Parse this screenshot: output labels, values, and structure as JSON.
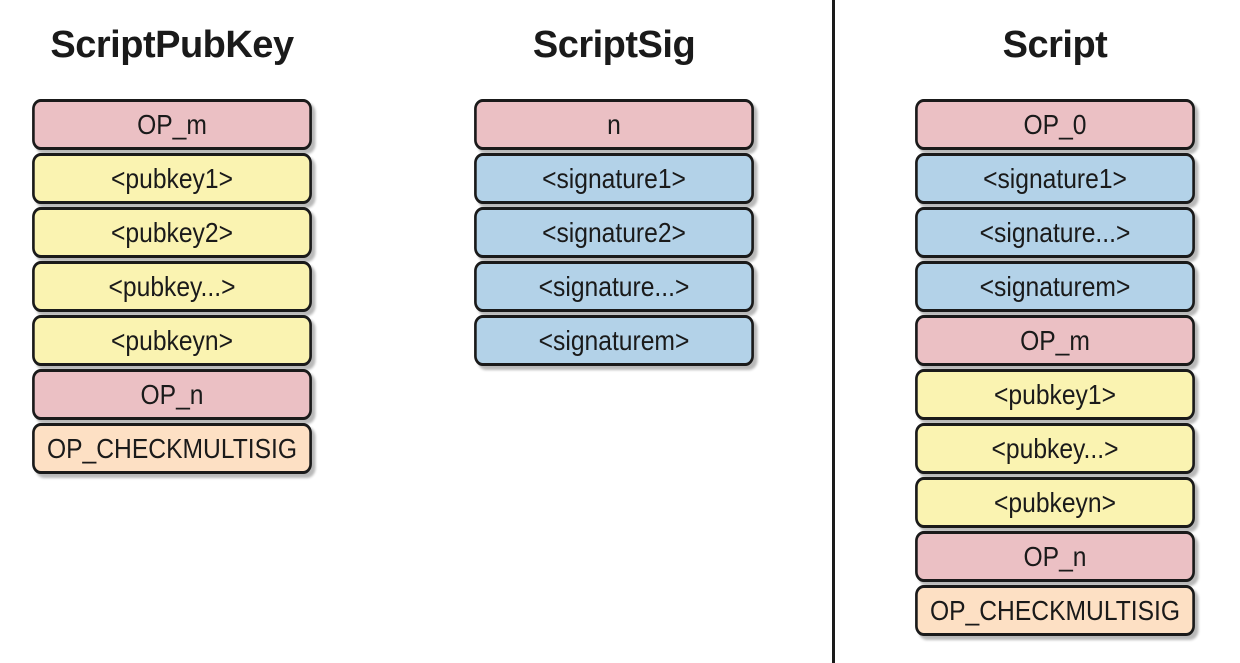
{
  "colors": {
    "opcode": "#ebc0c4",
    "pubkey": "#faf3b1",
    "signature": "#b3d2e8",
    "checkmultisig": "#fde0c4"
  },
  "columns": {
    "scriptpubkey": {
      "title": "ScriptPubKey",
      "items": [
        {
          "label": "OP_m",
          "kind": "opcode"
        },
        {
          "label": "<pubkey1>",
          "kind": "pubkey"
        },
        {
          "label": "<pubkey2>",
          "kind": "pubkey"
        },
        {
          "label": "<pubkey...>",
          "kind": "pubkey"
        },
        {
          "label": "<pubkeyn>",
          "kind": "pubkey"
        },
        {
          "label": "OP_n",
          "kind": "opcode"
        },
        {
          "label": "OP_CHECKMULTISIG",
          "kind": "checkmultisig"
        }
      ]
    },
    "scriptsig": {
      "title": "ScriptSig",
      "items": [
        {
          "label": "n",
          "kind": "opcode"
        },
        {
          "label": "<signature1>",
          "kind": "signature"
        },
        {
          "label": "<signature2>",
          "kind": "signature"
        },
        {
          "label": "<signature...>",
          "kind": "signature"
        },
        {
          "label": "<signaturem>",
          "kind": "signature"
        }
      ]
    },
    "script": {
      "title": "Script",
      "items": [
        {
          "label": "OP_0",
          "kind": "opcode"
        },
        {
          "label": "<signature1>",
          "kind": "signature"
        },
        {
          "label": "<signature...>",
          "kind": "signature"
        },
        {
          "label": "<signaturem>",
          "kind": "signature"
        },
        {
          "label": "OP_m",
          "kind": "opcode"
        },
        {
          "label": "<pubkey1>",
          "kind": "pubkey"
        },
        {
          "label": "<pubkey...>",
          "kind": "pubkey"
        },
        {
          "label": "<pubkeyn>",
          "kind": "pubkey"
        },
        {
          "label": "OP_n",
          "kind": "opcode"
        },
        {
          "label": "OP_CHECKMULTISIG",
          "kind": "checkmultisig"
        }
      ]
    }
  }
}
